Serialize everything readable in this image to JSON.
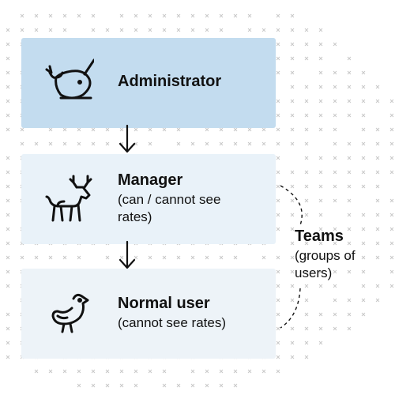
{
  "roles": [
    {
      "title": "Administrator",
      "icon": "narwhal-icon",
      "desc": ""
    },
    {
      "title": "Manager",
      "icon": "deer-icon",
      "desc": "(can / cannot see rates)"
    },
    {
      "title": "Normal user",
      "icon": "bird-icon",
      "desc": "(cannot see rates)"
    }
  ],
  "teams": {
    "title": "Teams",
    "desc": "(groups of users)"
  },
  "colors": {
    "admin_bg": "#c3dcef",
    "manager_bg": "#e9f2f9",
    "normal_bg": "#edf3f8",
    "pattern": "#c8c8c8",
    "ink": "#111111"
  }
}
